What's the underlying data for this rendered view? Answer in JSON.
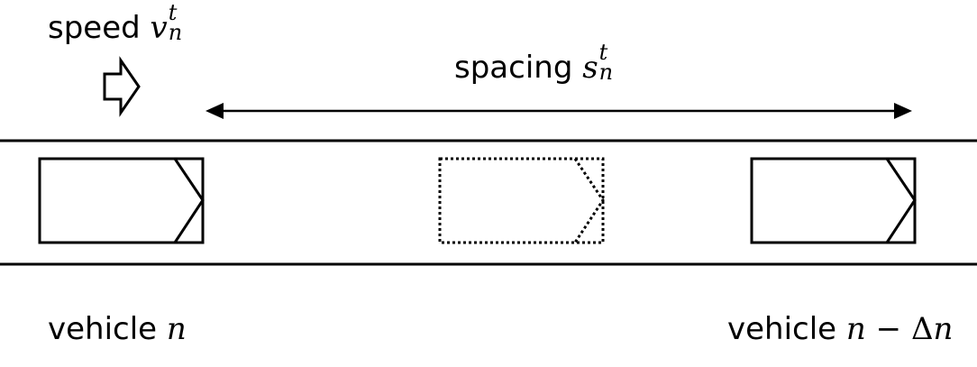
{
  "speed_label": {
    "word": "speed",
    "symbol": "v",
    "sub": "n",
    "sup": "t"
  },
  "spacing_label": {
    "word": "spacing",
    "symbol": "s",
    "sub": "n",
    "sup": "t"
  },
  "vehicle_left_label": {
    "word": "vehicle",
    "symbol": "n"
  },
  "vehicle_right_label": {
    "word": "vehicle",
    "symbol_n": "n",
    "minus": "−",
    "delta": "Δ",
    "symbol_n2": "n"
  },
  "colors": {
    "stroke": "#000000",
    "background": "#ffffff"
  }
}
